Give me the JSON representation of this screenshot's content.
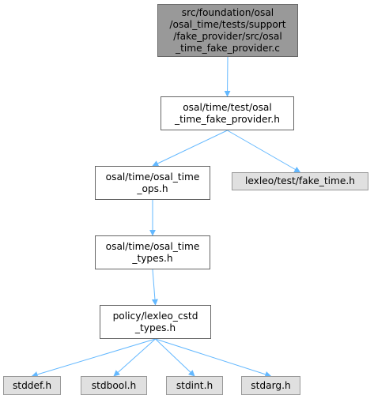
{
  "diagram": {
    "colors": {
      "edge": "#63b8ff",
      "focus_fill": "#999999",
      "node_fill": "#ffffff",
      "external_fill": "#e0e0e0",
      "border": "#666666"
    },
    "nodes": [
      {
        "id": "fake_provider_c",
        "label": "src/foundation/osal\n/osal_time/tests/support\n/fake_provider/src/osal\n_time_fake_provider.c",
        "style": "focus"
      },
      {
        "id": "osal_time_fake_provider_h",
        "label": "osal/time/test/osal\n_time_fake_provider.h",
        "style": "normal"
      },
      {
        "id": "osal_time_ops_h",
        "label": "osal/time/osal_time\n_ops.h",
        "style": "normal"
      },
      {
        "id": "fake_time_h",
        "label": "lexleo/test/fake_time.h",
        "style": "external"
      },
      {
        "id": "osal_time_types_h",
        "label": "osal/time/osal_time\n_types.h",
        "style": "normal"
      },
      {
        "id": "lexleo_cstd_types_h",
        "label": "policy/lexleo_cstd\n_types.h",
        "style": "normal"
      },
      {
        "id": "stddef_h",
        "label": "stddef.h",
        "style": "external"
      },
      {
        "id": "stdbool_h",
        "label": "stdbool.h",
        "style": "external"
      },
      {
        "id": "stdint_h",
        "label": "stdint.h",
        "style": "external"
      },
      {
        "id": "stdarg_h",
        "label": "stdarg.h",
        "style": "external"
      }
    ],
    "edges": [
      {
        "from": "fake_provider_c",
        "to": "osal_time_fake_provider_h"
      },
      {
        "from": "osal_time_fake_provider_h",
        "to": "osal_time_ops_h"
      },
      {
        "from": "osal_time_fake_provider_h",
        "to": "fake_time_h"
      },
      {
        "from": "osal_time_ops_h",
        "to": "osal_time_types_h"
      },
      {
        "from": "osal_time_types_h",
        "to": "lexleo_cstd_types_h"
      },
      {
        "from": "lexleo_cstd_types_h",
        "to": "stddef_h"
      },
      {
        "from": "lexleo_cstd_types_h",
        "to": "stdbool_h"
      },
      {
        "from": "lexleo_cstd_types_h",
        "to": "stdint_h"
      },
      {
        "from": "lexleo_cstd_types_h",
        "to": "stdarg_h"
      }
    ]
  }
}
